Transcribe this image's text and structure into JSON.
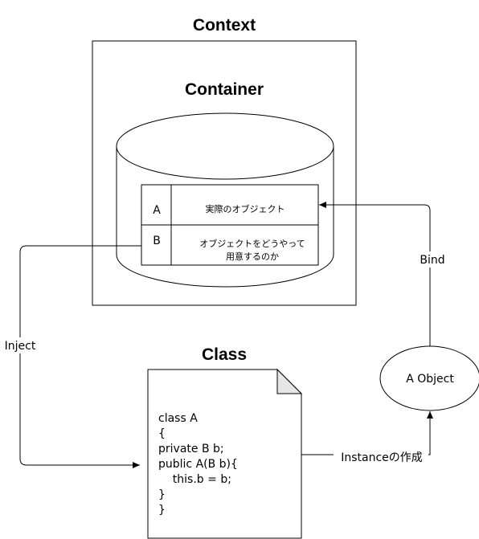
{
  "context": {
    "title": "Context"
  },
  "container": {
    "title": "Container",
    "rows": [
      {
        "key": "A",
        "value_lines": [
          "実際のオブジェクト"
        ]
      },
      {
        "key": "B",
        "value_lines": [
          "オブジェクトをどうやって",
          "用意するのか"
        ]
      }
    ]
  },
  "class_doc": {
    "title": "Class",
    "code_lines": [
      "class A",
      "{",
      "private B b;",
      "public A(B b){",
      "    this.b = b;",
      "}",
      "}"
    ]
  },
  "object": {
    "label": "A Object"
  },
  "edges": {
    "bind": "Bind",
    "inject": "Inject",
    "instance": "Instanceの作成"
  }
}
